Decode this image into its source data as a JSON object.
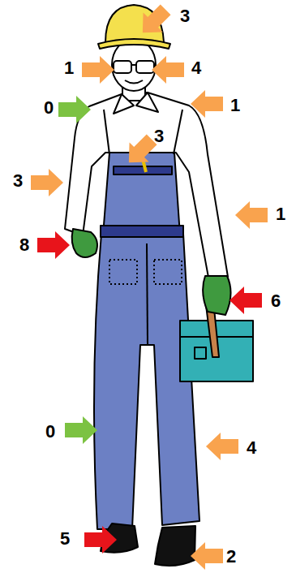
{
  "diagram": {
    "labels": [
      "3",
      "1",
      "4",
      "0",
      "1",
      "3",
      "3",
      "1",
      "8",
      "6",
      "0",
      "4",
      "5",
      "2"
    ]
  }
}
